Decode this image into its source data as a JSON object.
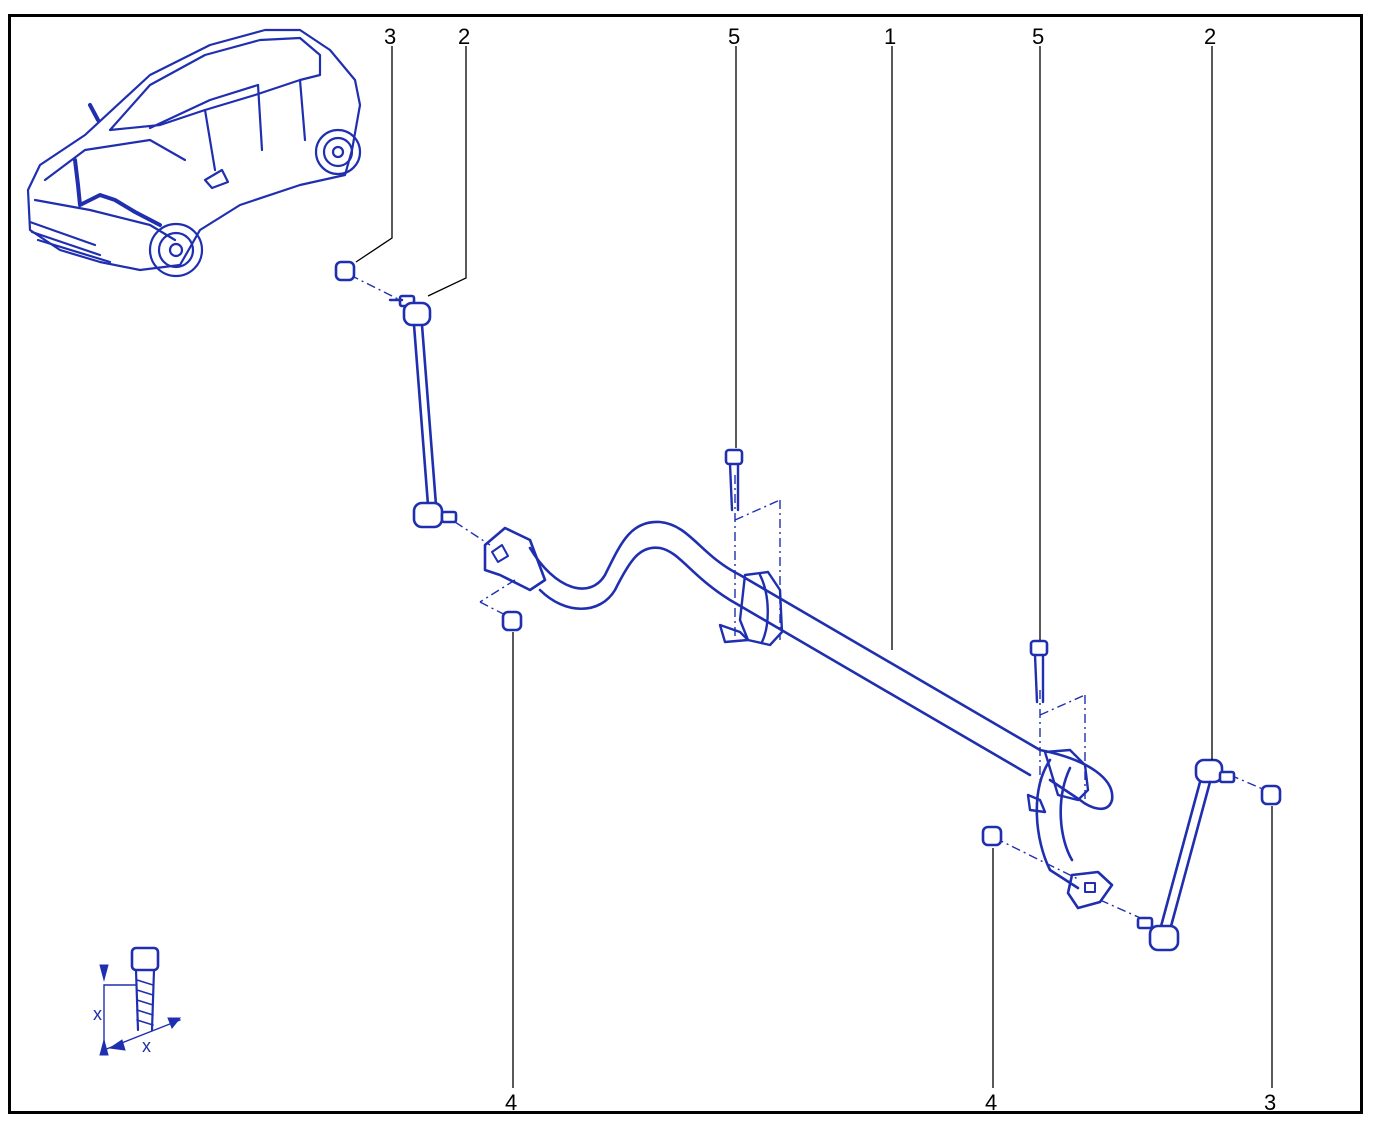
{
  "callouts": {
    "label_1": "1",
    "label_2_left": "2",
    "label_2_right": "2",
    "label_3_left": "3",
    "label_3_right": "3",
    "label_4_left": "4",
    "label_4_right": "4",
    "label_5_left": "5",
    "label_5_right": "5"
  },
  "inset_symbol": {
    "dim_vertical": "x",
    "dim_horizontal": "x"
  },
  "colors": {
    "ink": "#1f2fb0",
    "frame": "#000000",
    "background": "#ffffff"
  }
}
